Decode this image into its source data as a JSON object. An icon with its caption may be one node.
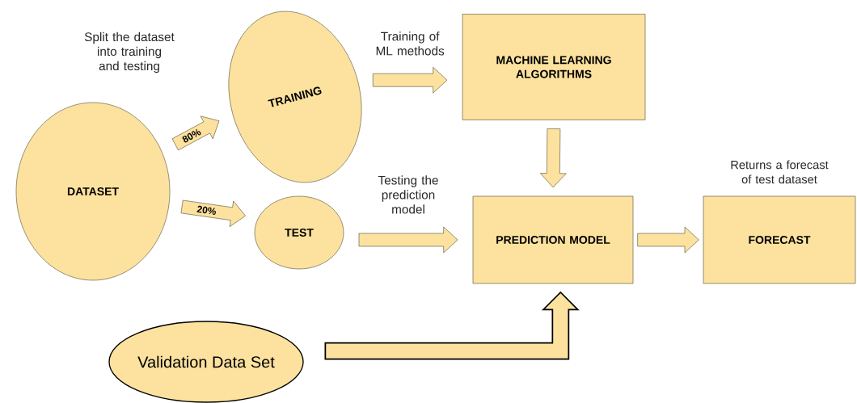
{
  "diagram": {
    "nodes": [
      {
        "text": [
          "DATASET"
        ]
      },
      {
        "text": [
          "TRAINING"
        ]
      },
      {
        "text": [
          "TEST"
        ]
      },
      {
        "text": [
          "MACHINE LEARNING ALGORITHMS"
        ]
      },
      {
        "text": [
          "PREDICTION MODEL"
        ]
      },
      {
        "text": [
          "FORECAST"
        ],
        "beside": [
          "Returns a forecast of test dataset"
        ]
      },
      {
        "text": [
          "Validation Data Set"
        ]
      }
    ],
    "edges": [
      {
        "from": 0,
        "to": 1,
        "arrow": "to",
        "label": "80%"
      },
      {
        "from": 0,
        "to": 2,
        "arrow": "to",
        "label": "20%"
      },
      {
        "from": 1,
        "to": 3,
        "arrow": "to",
        "label": "Training of ML methods"
      },
      {
        "from": 2,
        "to": 4,
        "arrow": "to",
        "label": "Testing the prediction model"
      },
      {
        "from": 3,
        "to": 4,
        "arrow": "to"
      },
      {
        "from": 4,
        "to": 5,
        "arrow": "to"
      },
      {
        "from": 6,
        "to": 4,
        "arrow": "to",
        "style": "thick"
      }
    ],
    "labels": [
      "Split the dataset into training and testing"
    ]
  }
}
